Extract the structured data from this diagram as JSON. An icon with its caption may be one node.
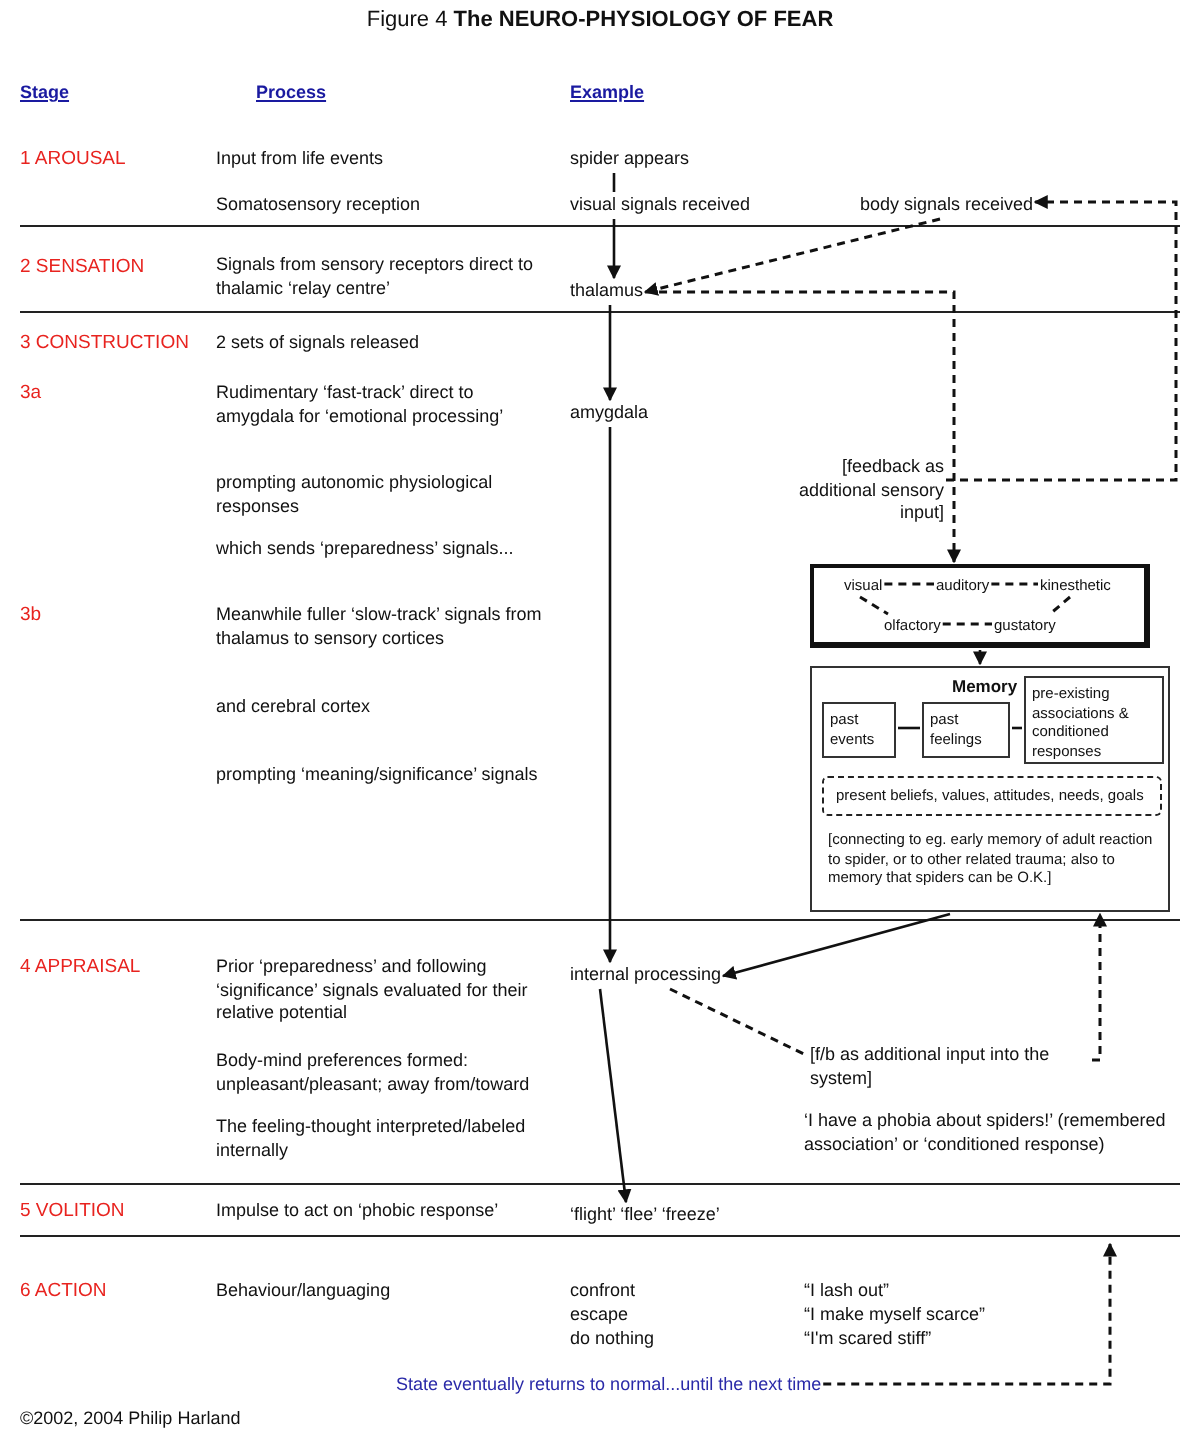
{
  "diagram": {
    "title": "Figure 4 **The NEURO-PHYSIOLOGY OF FEAR**",
    "nodes": [
      {
        "text": [
          "spider appears"
        ]
      },
      {
        "text": [
          "visual signals received"
        ]
      },
      {
        "text": [
          "body signals received"
        ]
      },
      {
        "text": [
          "thalamus"
        ]
      },
      {
        "text": [
          "amygdala"
        ]
      },
      {
        "text": [
          "[feedback as additional sensory input]"
        ]
      },
      {
        "text": [],
        "shape": "box"
      },
      {
        "text": [
          "visual"
        ],
        "in": 6
      },
      {
        "text": [
          "auditory"
        ],
        "in": 6
      },
      {
        "text": [
          "kinesthetic"
        ],
        "in": 6
      },
      {
        "text": [
          "olfactory"
        ],
        "in": 6
      },
      {
        "text": [
          "gustatory"
        ],
        "in": 6
      },
      {
        "text": [
          "Memory",
          "[connecting to eg. early memory of adult reaction to spider, or to other related trauma; also to memory that spiders can be O.K.]"
        ]
      },
      {
        "text": [
          "past events"
        ],
        "in": 12
      },
      {
        "text": [
          "past feelings"
        ],
        "in": 12
      },
      {
        "text": [
          "pre-existing associations & conditioned responses"
        ],
        "in": 12
      },
      {
        "text": [
          "present beliefs, values, attitudes, needs, goals"
        ],
        "in": 12
      },
      {
        "text": [
          "internal processing"
        ]
      },
      {
        "text": [
          "[f/b as additional input into the system]"
        ]
      },
      {
        "text": [
          "‘flight’ ‘flee’ ‘freeze’"
        ]
      },
      {
        "text": [
          "State eventually returns to normal...until the next time"
        ]
      }
    ],
    "edges": [
      {
        "from": 0,
        "to": 1,
        "arrow": "none"
      },
      {
        "from": 1,
        "to": 3,
        "arrow": "to"
      },
      {
        "from": 2,
        "to": 3,
        "arrow": "to",
        "style": "dashed"
      },
      {
        "from": 3,
        "to": 4,
        "arrow": "to"
      },
      {
        "from": 3,
        "to": 6,
        "arrow": "to",
        "style": "dashed"
      },
      {
        "from": 5,
        "to": 2,
        "arrow": "to",
        "style": "dashed"
      },
      {
        "from": 7,
        "to": 8,
        "arrow": "none",
        "style": "dashed"
      },
      {
        "from": 8,
        "to": 9,
        "arrow": "none",
        "style": "dashed"
      },
      {
        "from": 7,
        "to": 10,
        "arrow": "none",
        "style": "dashed"
      },
      {
        "from": 9,
        "to": 11,
        "arrow": "none",
        "style": "dashed"
      },
      {
        "from": 10,
        "to": 11,
        "arrow": "none",
        "style": "dashed"
      },
      {
        "from": 6,
        "to": 12,
        "arrow": "to"
      },
      {
        "from": 13,
        "to": 14,
        "arrow": "none"
      },
      {
        "from": 14,
        "to": 15,
        "arrow": "none"
      },
      {
        "from": 4,
        "to": 17,
        "arrow": "to"
      },
      {
        "from": 12,
        "to": 17,
        "arrow": "to"
      },
      {
        "from": 17,
        "to": 18,
        "arrow": "none",
        "style": "dashed"
      },
      {
        "from": 18,
        "to": 12,
        "arrow": "to",
        "style": "dashed"
      },
      {
        "from": 17,
        "to": 19,
        "arrow": "to"
      },
      {
        "from": 20,
        "to": null,
        "arrow": "to",
        "style": "dashed"
      }
    ],
    "labels": [
      "Stage",
      "Process",
      "Example",
      "1 AROUSAL",
      "Input from life events",
      "Somatosensory reception",
      "2 SENSATION",
      "Signals from sensory receptors direct to thalamic ‘relay centre’",
      "3 CONSTRUCTION",
      "2 sets of signals released",
      "3a",
      "Rudimentary ‘fast-track’ direct to amygdala for ‘emotional processing’",
      "prompting autonomic physiological responses",
      "which sends ‘preparedness’ signals...",
      "3b",
      "Meanwhile fuller ‘slow-track’ signals from thalamus to sensory cortices",
      "and cerebral cortex",
      "prompting ‘meaning/significance’ signals",
      "4 APPRAISAL",
      "Prior ‘preparedness’ and following ‘significance’ signals evaluated for their relative potential",
      "Body-mind preferences formed: unpleasant/pleasant; away from/toward",
      "The feeling-thought interpreted/labeled internally",
      "‘I have a phobia about spiders!’ (remembered association’ or ‘conditioned response)",
      "5 VOLITION",
      "Impulse to act on ‘phobic response’",
      "6 ACTION",
      "Behaviour/languaging",
      "confront",
      "“I lash out”",
      "escape",
      "“I make myself scarce”",
      "do nothing",
      "“I'm scared stiff”",
      "©2002, 2004 Philip Harland"
    ]
  }
}
